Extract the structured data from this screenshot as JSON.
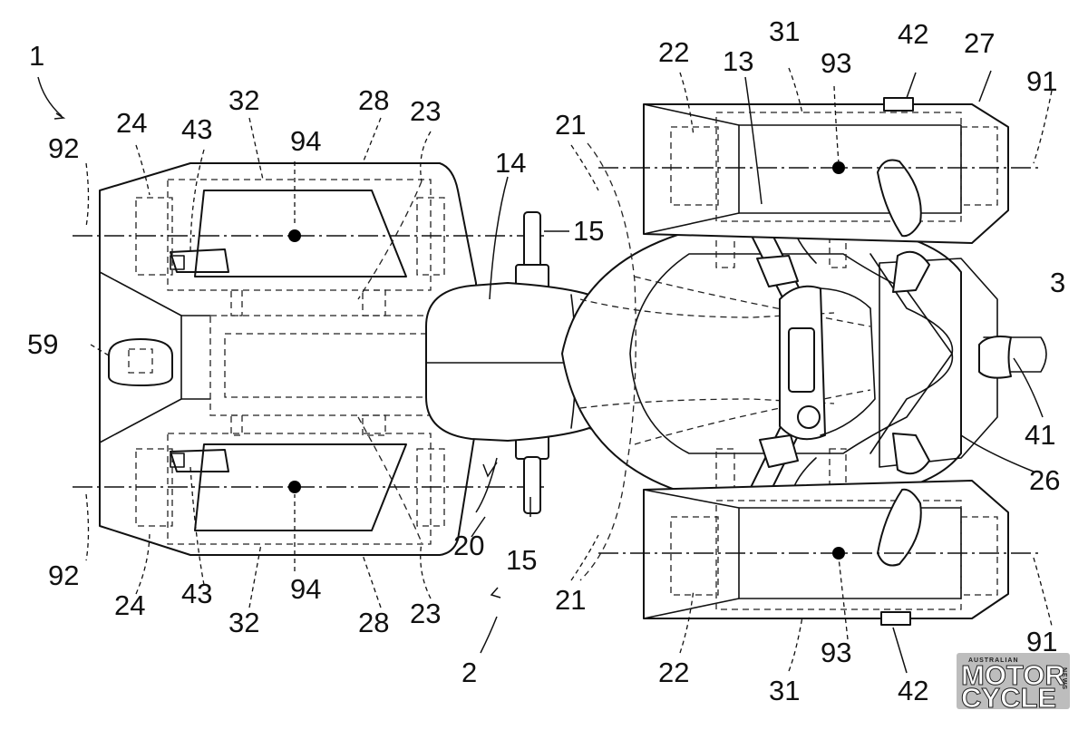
{
  "figure": {
    "labels": {
      "fig": "1",
      "vehicle": "2",
      "front": "3",
      "seat": "14",
      "handlebar": "13",
      "peg_top": "15",
      "peg_bottom": "15",
      "tail": "59",
      "center": "20",
      "front_fender": "26",
      "light": "41",
      "axis_rear_top": "92",
      "axis_rear_bottom": "92",
      "axis_front_top": "91",
      "axis_front_bottom": "91",
      "rear_wheel_top_id": "24",
      "rear_wheel_bottom_id": "24",
      "rear_wheel_top_43": "43",
      "rear_wheel_bottom_43": "43",
      "rear_32_top": "32",
      "rear_32_bottom": "32",
      "rear_94_top": "94",
      "rear_94_bottom": "94",
      "rear_28_top": "28",
      "rear_28_bottom": "28",
      "rear_23_top": "23",
      "rear_23_bottom": "23",
      "frame_21_top": "21",
      "frame_21_bottom": "21",
      "front_22_top": "22",
      "front_22_bottom": "22",
      "front_31_top": "31",
      "front_31_bottom": "31",
      "front_93_top": "93",
      "front_93_bottom": "93",
      "front_42_top": "42",
      "front_42_bottom": "42",
      "front_27": "27"
    },
    "watermark": {
      "top": "AUSTRALIAN",
      "line1": "MOTOR",
      "line2": "CYCLE",
      "side": "NEWS"
    }
  }
}
